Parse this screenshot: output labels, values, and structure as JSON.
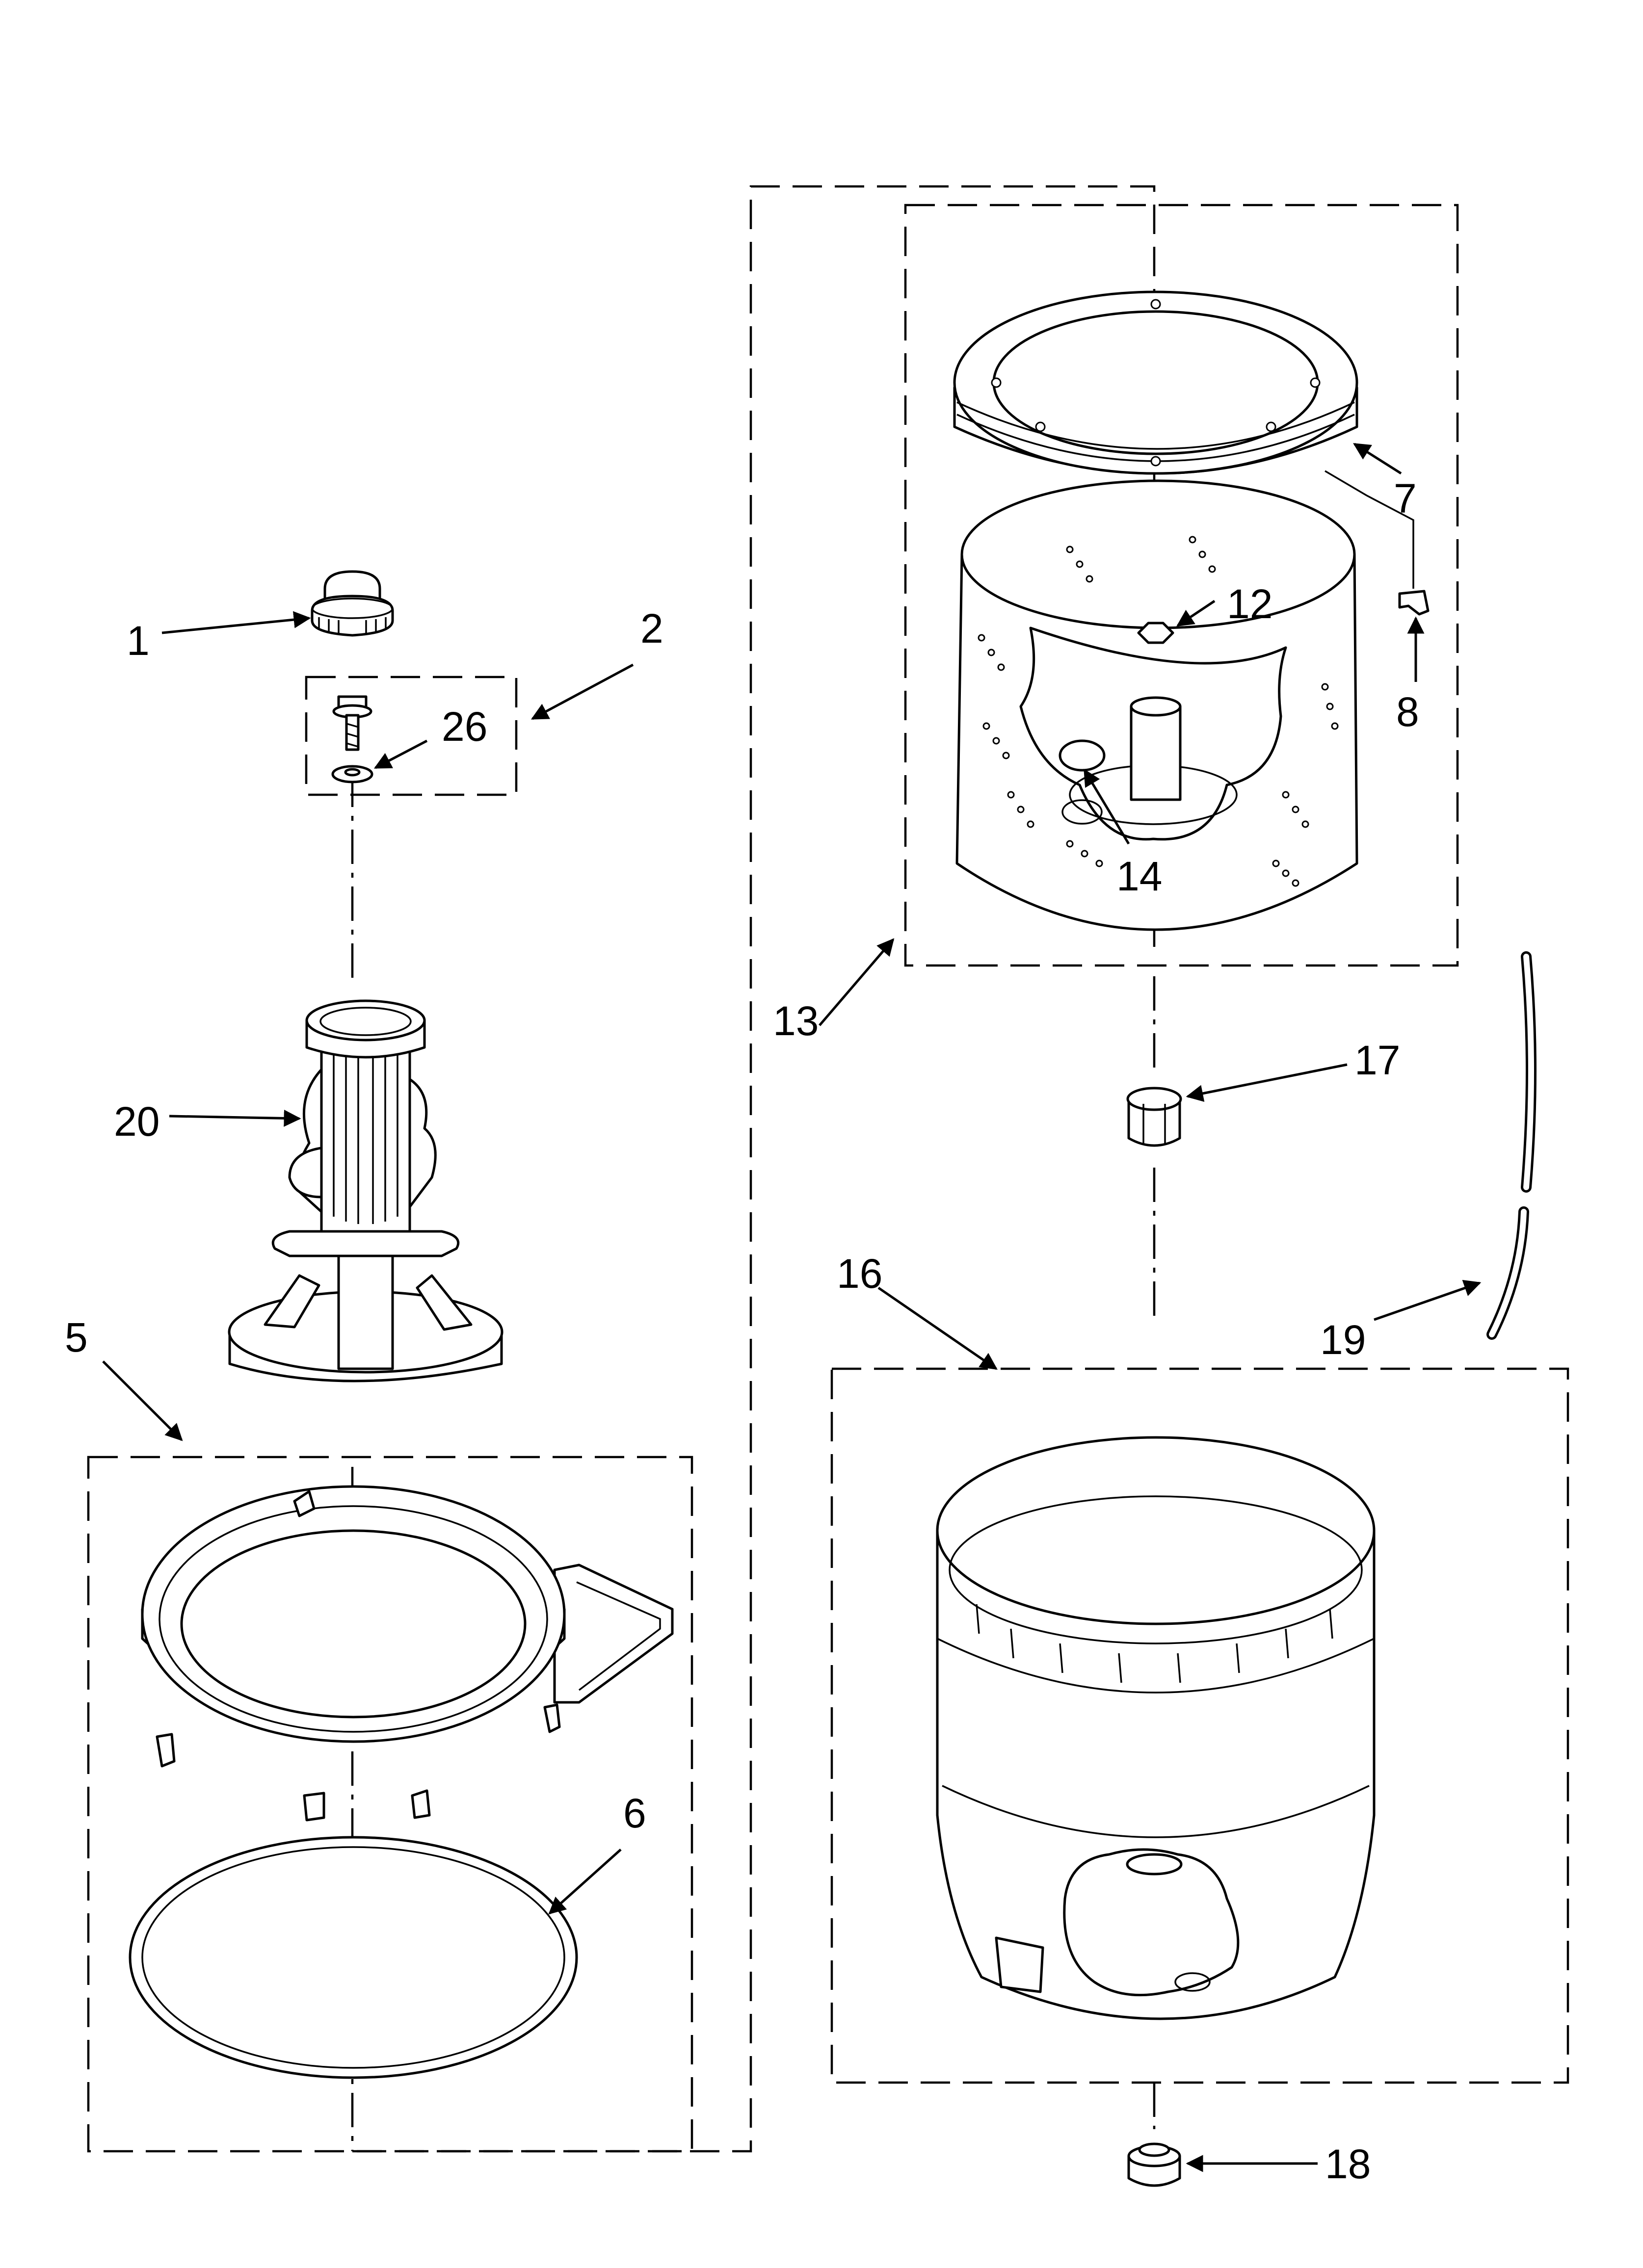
{
  "callouts": {
    "c1": "1",
    "c2": "2",
    "c5": "5",
    "c6": "6",
    "c7": "7",
    "c8": "8",
    "c12": "12",
    "c13": "13",
    "c14": "14",
    "c16": "16",
    "c17": "17",
    "c18": "18",
    "c19": "19",
    "c20": "20",
    "c26": "26"
  }
}
